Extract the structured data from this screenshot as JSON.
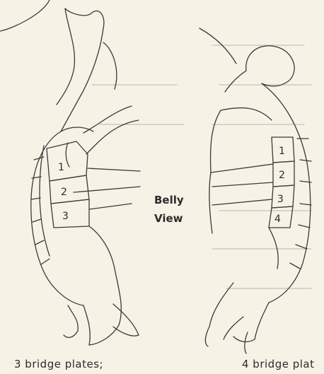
{
  "figure": {
    "center_label_line1": "Belly",
    "center_label_line2": "View",
    "left_turtle": {
      "plates": [
        "1",
        "2",
        "3"
      ],
      "caption": "3 bridge plates;"
    },
    "right_turtle": {
      "plates": [
        "1",
        "2",
        "3",
        "4"
      ],
      "caption": "4 bridge plat"
    }
  }
}
